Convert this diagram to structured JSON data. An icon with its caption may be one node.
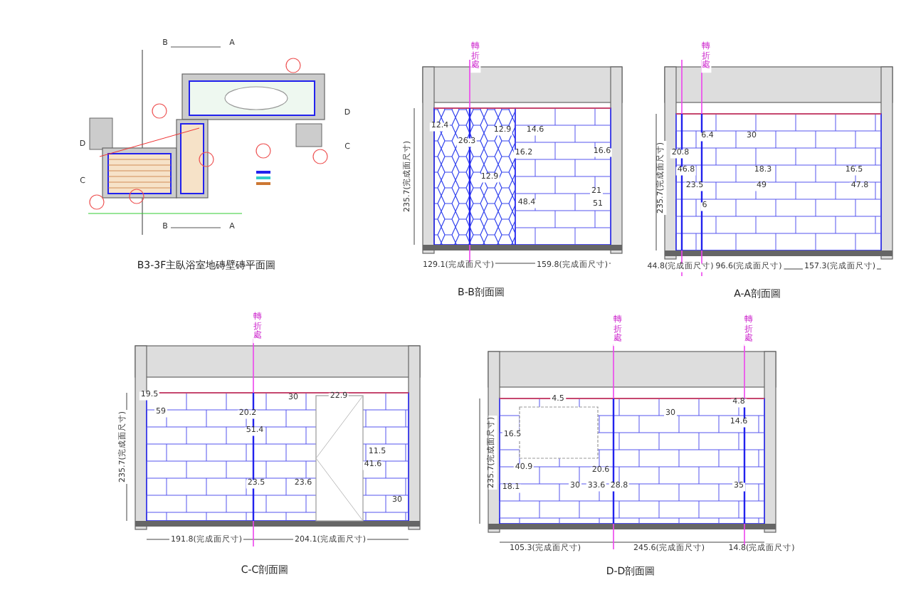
{
  "diagram": {
    "labels": [
      "B3-3F主臥浴室地磚壁磚平面圖",
      "B",
      "A",
      "B",
      "A",
      "D",
      "C",
      "D",
      "C",
      "轉折處",
      "235.7(完成面尺寸)",
      "12.4",
      "26.3",
      "12.9",
      "12.9",
      "14.6",
      "16.2",
      "16.6",
      "21",
      "48.4",
      "51",
      "129.1(完成面尺寸)",
      "159.8(完成面尺寸)",
      "B-B剖面圖",
      "轉折處",
      "235.7(完成面尺寸)",
      "6.4",
      "30",
      "20.8",
      "46.8",
      "18.3",
      "16.5",
      "23.5",
      "49",
      "47.8",
      "6",
      "44.8(完成面尺寸)",
      "96.6(完成面尺寸)",
      "157.3(完成面尺寸)",
      "A-A剖面圖",
      "轉折處",
      "235.7(完成面尺寸)",
      "19.5",
      "59",
      "30",
      "20.2",
      "51.4",
      "22.9",
      "11.5",
      "41.6",
      "23.5",
      "23.6",
      "30",
      "191.8(完成面尺寸)",
      "204.1(完成面尺寸)",
      "C-C剖面圖",
      "轉折處",
      "轉折處",
      "235.7(完成面尺寸)",
      "4.5",
      "16.5",
      "30",
      "4.8",
      "14.6",
      "40.9",
      "20.6",
      "18.1",
      "30",
      "33.6",
      "28.8",
      "35",
      "105.3(完成面尺寸)",
      "245.6(完成面尺寸)",
      "14.8(完成面尺寸)",
      "D-D剖面圖"
    ]
  }
}
